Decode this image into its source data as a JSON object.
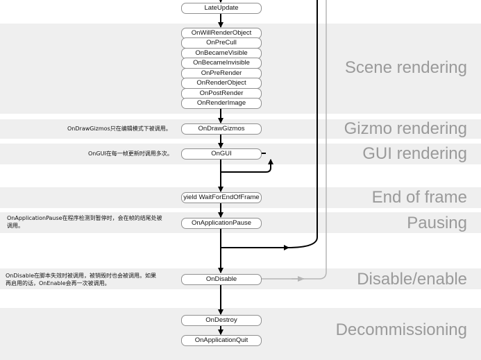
{
  "nodes": {
    "late_update": "LateUpdate",
    "on_will_render_object": "OnWillRenderObject",
    "on_pre_cull": "OnPreCull",
    "on_became_visible": "OnBecameVisible",
    "on_became_invisible": "OnBecameInvisible",
    "on_pre_render": "OnPreRender",
    "on_render_object": "OnRenderObject",
    "on_post_render": "OnPostRender",
    "on_render_image": "OnRenderImage",
    "on_draw_gizmos": "OnDrawGizmos",
    "on_gui": "OnGUI",
    "yield_wait_for_end_of_frame": "yield WaitForEndOfFrame",
    "on_application_pause": "OnApplicationPause",
    "on_disable": "OnDisable",
    "on_destroy": "OnDestroy",
    "on_application_quit": "OnApplicationQuit"
  },
  "sections": {
    "scene_rendering": "Scene rendering",
    "gizmo_rendering": "Gizmo rendering",
    "gui_rendering": "GUI rendering",
    "end_of_frame": "End of frame",
    "pausing": "Pausing",
    "disable_enable": "Disable/enable",
    "decommissioning": "Decommissioning"
  },
  "notes": {
    "on_draw_gizmos": "OnDrawGizmos只在编辑模式下被调用。",
    "on_gui": "OnGUI在每一帧更新时调用多次。",
    "on_application_pause_line1": "OnApplicationPause在程序检测到暂停时，会在帧的结尾处被",
    "on_application_pause_line2": "调用。",
    "on_disable_line1": "OnDisable在脚本失效时被调用，被销毁时也会被调用。如果",
    "on_disable_line2": "再启用的话，OnEnable会再一次被调用。"
  },
  "colors": {
    "band": "#efefef",
    "section_title": "#9a9a9a",
    "arrow": "#000000",
    "enable_loop_arrow": "#b5b5b5"
  }
}
